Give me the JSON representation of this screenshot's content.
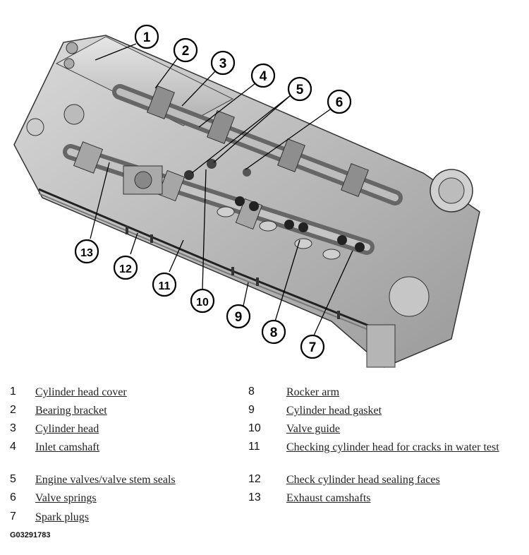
{
  "figure_code": "G03291783",
  "callouts": [
    "1",
    "2",
    "3",
    "4",
    "5",
    "6",
    "7",
    "8",
    "9",
    "10",
    "11",
    "12",
    "13"
  ],
  "legend": [
    {
      "num": "1",
      "label": "Cylinder head cover"
    },
    {
      "num": "2",
      "label": "Bearing bracket"
    },
    {
      "num": "3",
      "label": "Cylinder head"
    },
    {
      "num": "4",
      "label": "Inlet camshaft"
    },
    {
      "num": "5",
      "label": "Engine valves/valve stem seals"
    },
    {
      "num": "6",
      "label": "Valve springs"
    },
    {
      "num": "7",
      "label": "Spark plugs"
    },
    {
      "num": "8",
      "label": "Rocker arm"
    },
    {
      "num": "9",
      "label": "Cylinder head gasket"
    },
    {
      "num": "10",
      "label": "Valve guide"
    },
    {
      "num": "11",
      "label": "Checking cylinder head for cracks in water test"
    },
    {
      "num": "12",
      "label": "Check cylinder head sealing faces"
    },
    {
      "num": "13",
      "label": "Exhaust camshafts"
    }
  ]
}
